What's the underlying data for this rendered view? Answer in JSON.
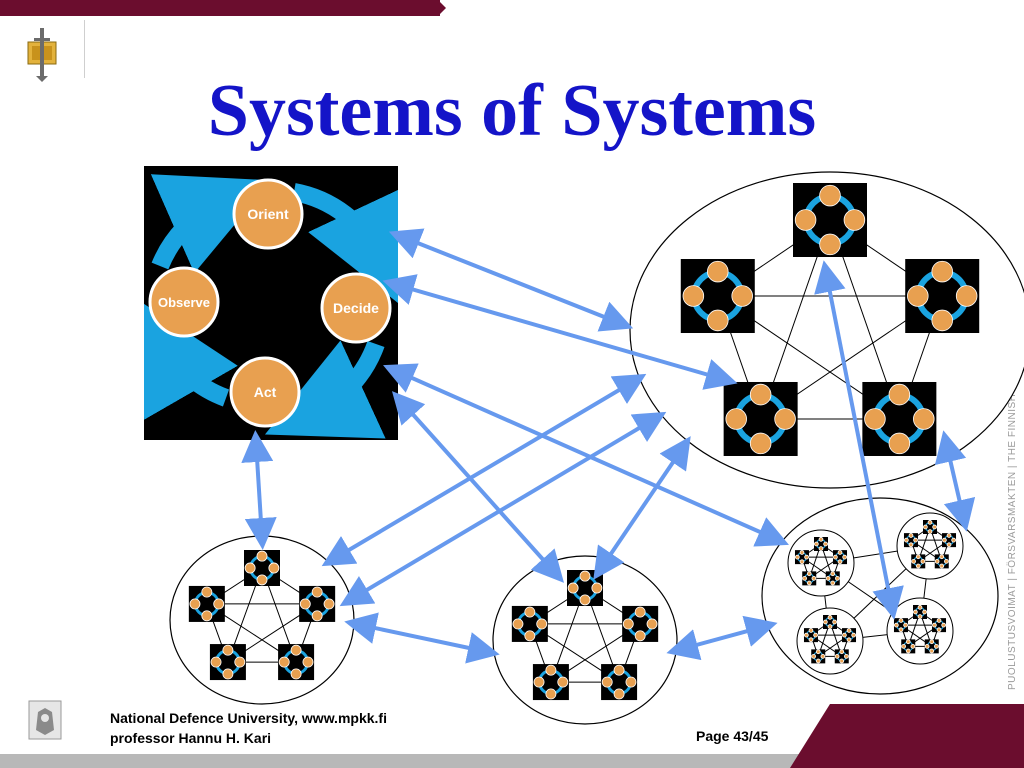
{
  "slide": {
    "title": "Systems of Systems",
    "side_org_text": "PUOLUSTUSVOIMAT | FÖRSVARSMAKTEN | THE FINNISH DEFENCE FORCES",
    "footer_line1": "National Defence University, www.mpkk.fi",
    "footer_line2": "professor Hannu H. Kari",
    "page": "Page 43/45"
  },
  "ooda": {
    "nodes": [
      "Orient",
      "Decide",
      "Act",
      "Observe"
    ]
  },
  "colors": {
    "title": "#1414c8",
    "brand_bar": "#6b0d2e",
    "arrow": "#6699ee",
    "ooda_node": "#e8a050",
    "ooda_cycle": "#1aa3e0"
  }
}
